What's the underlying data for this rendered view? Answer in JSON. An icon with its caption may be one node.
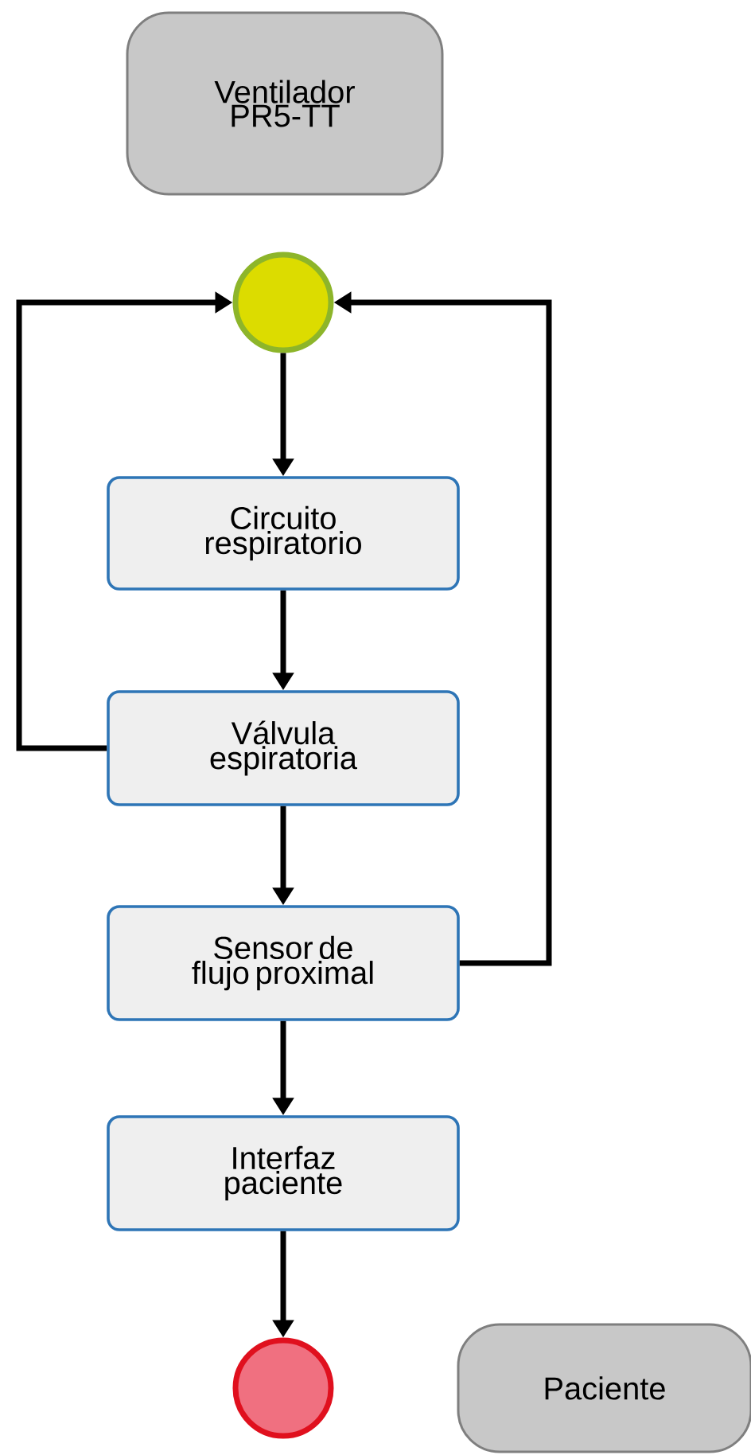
{
  "diagram": {
    "nodes": [
      {
        "text": [
          "Ventilador PR5-TT"
        ]
      },
      {
        "text": [],
        "shape": "circle"
      },
      {
        "text": [
          "Circuito respiratorio"
        ]
      },
      {
        "text": [
          "Válvula espiratoria"
        ]
      },
      {
        "text": [
          "Sensor de flujo proximal"
        ]
      },
      {
        "text": [
          "Interfaz paciente"
        ]
      },
      {
        "text": [],
        "shape": "circle"
      },
      {
        "text": [
          "Paciente"
        ]
      }
    ],
    "edges": [
      {
        "from": 1,
        "to": 2,
        "arrow": "to"
      },
      {
        "from": 2,
        "to": 3,
        "arrow": "to"
      },
      {
        "from": 3,
        "to": 4,
        "arrow": "to"
      },
      {
        "from": 4,
        "to": 5,
        "arrow": "to"
      },
      {
        "from": 5,
        "to": 6,
        "arrow": "to"
      },
      {
        "from": 3,
        "to": 1,
        "arrow": "to"
      },
      {
        "from": 4,
        "to": 1,
        "arrow": "to"
      }
    ]
  }
}
